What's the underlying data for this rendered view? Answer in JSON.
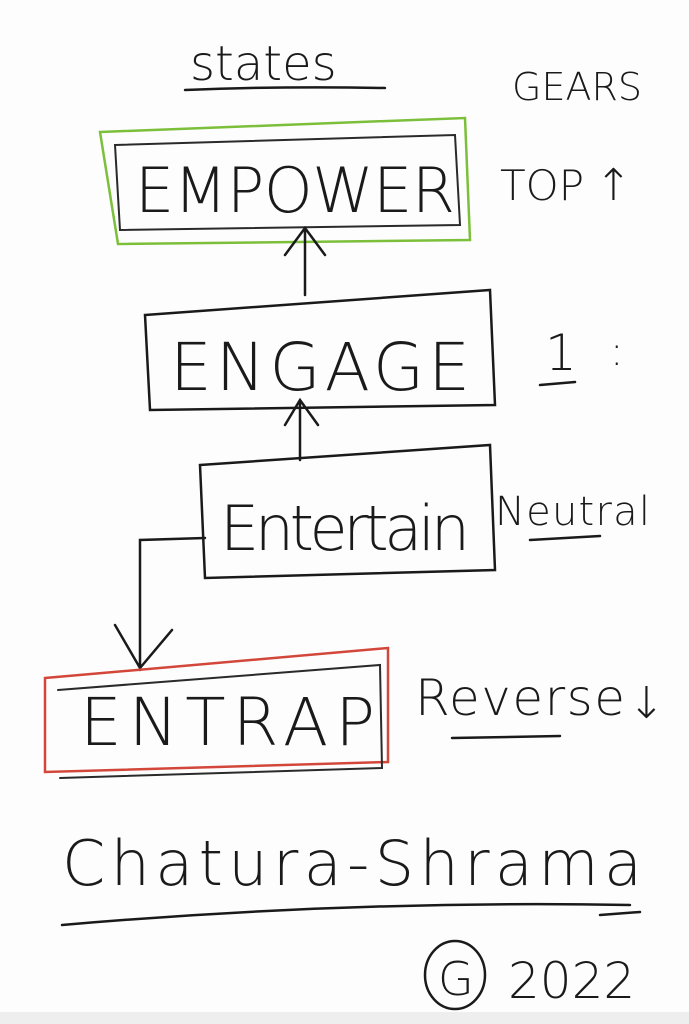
{
  "title": "states",
  "gears_heading": "GEARS",
  "states": [
    {
      "label": "EMPOWER",
      "gear": "TOP",
      "gear_arrow": "↑",
      "border_color": "#7cbf3a"
    },
    {
      "label": "ENGAGE",
      "gear": "1",
      "gear_suffix": ":",
      "border_color": "#2a2a2a"
    },
    {
      "label": "Entertain",
      "gear": "Neutral",
      "border_color": "#2a2a2a"
    },
    {
      "label": "ENTRAP",
      "gear": "Reverse",
      "gear_arrow": "↓",
      "border_color": "#d2473a"
    }
  ],
  "footer": {
    "name": "Chatura-Shrama",
    "copyright_mark": "G",
    "year": "2022"
  }
}
